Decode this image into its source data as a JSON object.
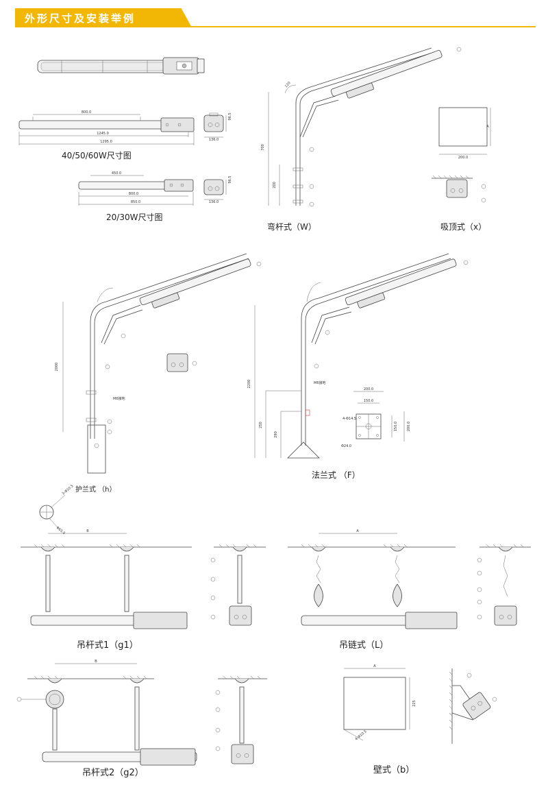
{
  "header": {
    "title": "外形尺寸及安装举例",
    "accent": "#f2b705"
  },
  "captions": {
    "size_40_60": "40/50/60W尺寸图",
    "size_20_30": "20/30W尺寸图",
    "bent_pole": "弯杆式（W）",
    "ceiling": "吸顶式（x）",
    "guard_flange": "护兰式 （h）",
    "flange": "法兰式 （F）",
    "pendant_rod_1": "吊杆式1（g1）",
    "pendant_chain": "吊链式（L）",
    "pendant_rod_2": "吊杆式2（g2）",
    "wall": "壁式（b）"
  },
  "dims": {
    "d800": "800.0",
    "d1245": "1245.0",
    "d1295": "1295.0",
    "d450": "450.0",
    "d800b": "800.0",
    "d850": "850.0",
    "d136a": "136.0",
    "d136b": "136.0",
    "d96a": "96.5",
    "d96b": "96.5",
    "d700": "700",
    "d200": "200",
    "d120": "120",
    "dA": "A",
    "d200x": "200.0",
    "d2000": "2000",
    "m6": "M6接地",
    "d2200": "2200",
    "m6b": "M6接地",
    "d250": "250",
    "d290": "290",
    "f200": "200.0",
    "f150": "150.0",
    "f4x145": "4-Φ14.5",
    "f240": "Φ24.0",
    "f150v": "150.0",
    "f200v": "200.0",
    "p3x105": "3-Φ10.5",
    "p65": "Φ65.0",
    "dB1": "B",
    "dA2": "A",
    "dB2": "B",
    "dA3": "A",
    "d225": "225",
    "w4x105": "4-Φ10.5"
  }
}
